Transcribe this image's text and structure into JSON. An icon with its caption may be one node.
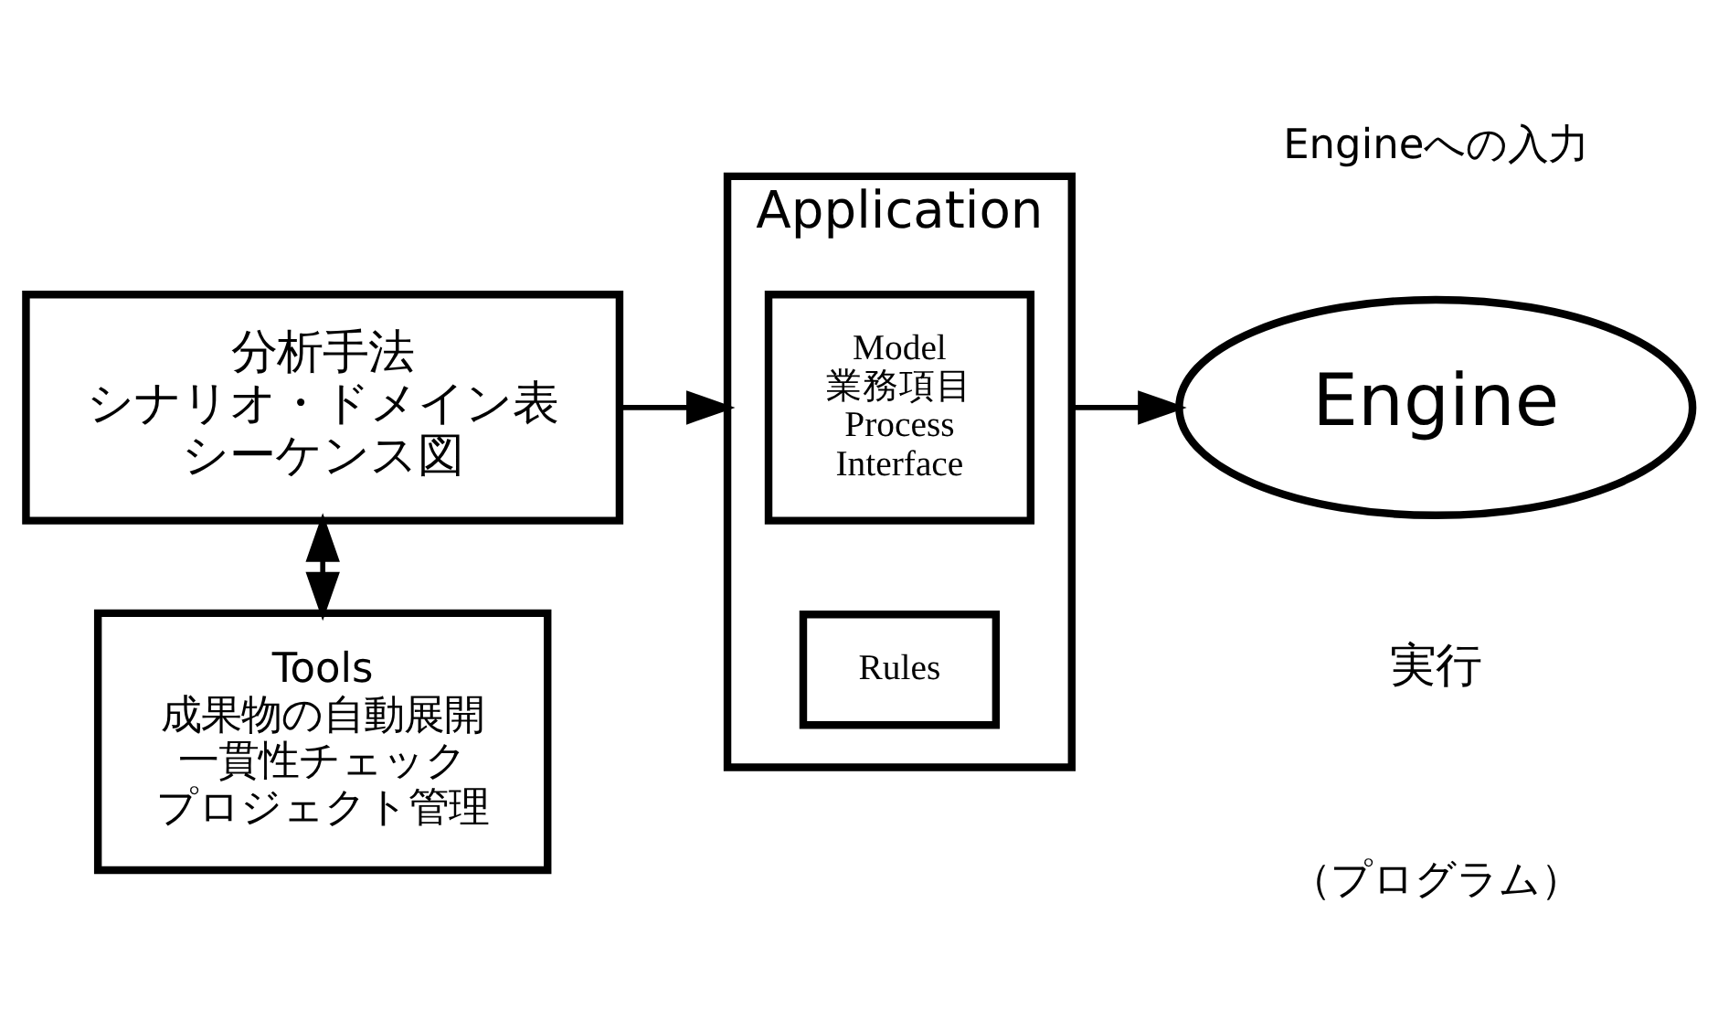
{
  "diagram": {
    "nodes": [
      {
        "text": [
          "分析手法",
          "シナリオ・ドメイン表",
          "シーケンス図"
        ]
      },
      {
        "text": [
          "Tools",
          "成果物の自動展開",
          "一貫性チェック",
          "プロジェクト管理"
        ]
      },
      {
        "text": [
          "Application"
        ]
      },
      {
        "text": [
          "Model",
          "業務項目",
          "Process",
          "Interface"
        ],
        "in": 2
      },
      {
        "text": [
          "Rules"
        ],
        "in": 2
      },
      {
        "text": [
          "Engine"
        ],
        "beside": [
          "実行"
        ]
      }
    ],
    "edges": [
      {
        "from": 0,
        "to": 1,
        "arrow": "both"
      },
      {
        "from": 0,
        "to": 2,
        "arrow": "to"
      },
      {
        "from": 2,
        "to": 5,
        "arrow": "to"
      }
    ],
    "labels": [
      "Engineへの入力",
      "（プログラム）"
    ]
  }
}
